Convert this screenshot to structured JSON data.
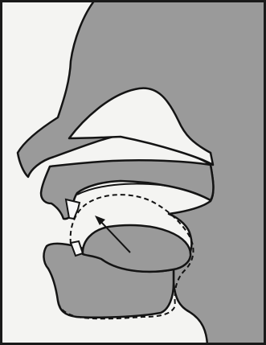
{
  "figure": {
    "colors": {
      "paper": "#f4f4f2",
      "tissue": "#9a9a9a",
      "outline": "#141414",
      "border": "#1a1a1a",
      "tooth": "#f7f7f7"
    },
    "parts": {
      "head": "head-profile",
      "nose": "nose",
      "nasal_cavity": "nasal-cavity",
      "upper_lip": "upper-lip",
      "lower_lip": "lower-lip",
      "upper_teeth": "upper-teeth",
      "lower_teeth": "lower-teeth",
      "hard_palate": "hard-palate",
      "tongue": "tongue",
      "tongue_alternate_position": "dashed-tongue-outline",
      "movement_arrow": "tongue-movement-arrow"
    }
  }
}
